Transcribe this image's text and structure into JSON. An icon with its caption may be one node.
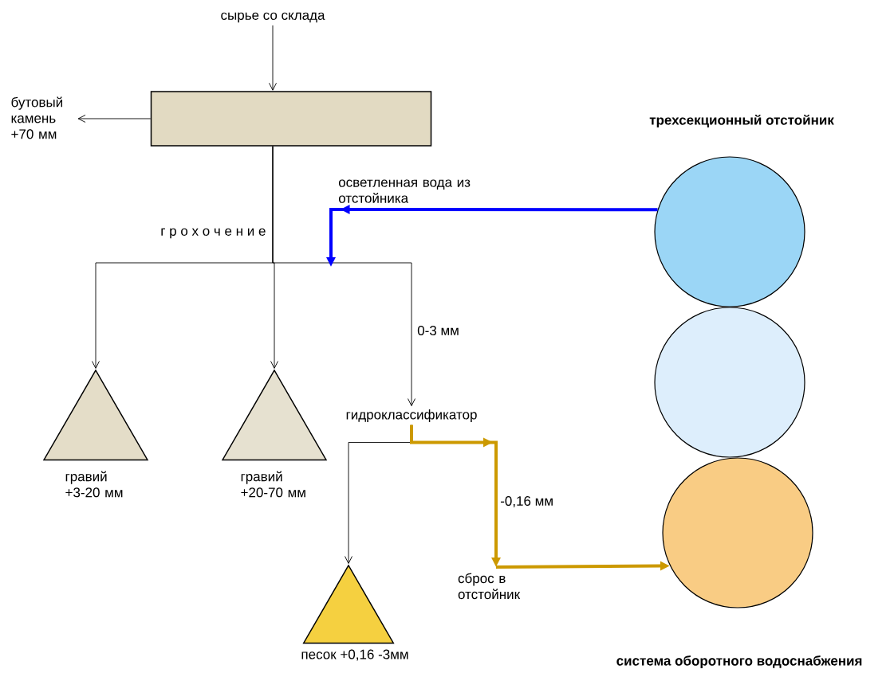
{
  "diagram": {
    "nodes": [
      {
        "text": [
          "сырье со склада"
        ]
      },
      {
        "text": [],
        "shape": "box"
      },
      {
        "text": [
          "бутовый камень +70 мм"
        ]
      },
      {
        "text": [],
        "shape": "triangle",
        "beside": [
          "гравий +3-20 мм"
        ]
      },
      {
        "text": [],
        "shape": "triangle",
        "beside": [
          "гравий +20-70 мм"
        ]
      },
      {
        "text": [
          "гидроклассификатор"
        ]
      },
      {
        "text": [],
        "shape": "triangle",
        "beside": [
          "песок +0,16 -3мм"
        ]
      },
      {
        "text": [],
        "shape": "circle"
      },
      {
        "text": [],
        "shape": "circle"
      },
      {
        "text": [],
        "shape": "circle"
      },
      {
        "text": [
          "сброс в отстойник"
        ]
      }
    ],
    "edges": [
      {
        "from": 0,
        "to": 1,
        "arrow": "to"
      },
      {
        "from": 1,
        "to": 2,
        "arrow": "to"
      },
      {
        "from": 1,
        "to": 3,
        "arrow": "to"
      },
      {
        "from": 1,
        "to": 4,
        "arrow": "to"
      },
      {
        "from": 1,
        "to": 5,
        "arrow": "to",
        "label": "0-3 мм"
      },
      {
        "from": 7,
        "to": null,
        "arrow": "to",
        "label": "осветленная вода из отстойника",
        "style": "thick",
        "color": "#0000ff"
      },
      {
        "from": 5,
        "to": 6,
        "arrow": "to"
      },
      {
        "from": 5,
        "to": 10,
        "arrow": "to",
        "label": "-0,16 мм",
        "style": "thick",
        "color": "#cc9900"
      },
      {
        "from": 10,
        "to": 9,
        "arrow": "to",
        "style": "thick",
        "color": "#cc9900"
      }
    ],
    "labels": [
      "трехсекционный отстойник",
      "г р о х о ч е н и е",
      "система оборотного водоснабжения"
    ]
  }
}
